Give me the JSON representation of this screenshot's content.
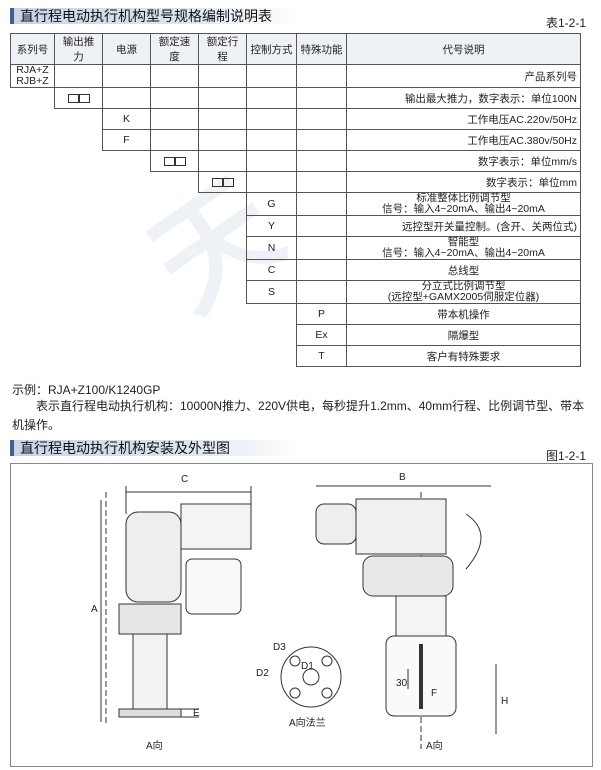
{
  "section1": {
    "title": "直行程电动执行机构型号规格编制说明表",
    "table_no": "表1-2-1"
  },
  "table": {
    "headers": [
      "系列号",
      "输出推力",
      "电源",
      "额定速度",
      "额定行程",
      "控制方式",
      "特殊功能",
      "代号说明"
    ],
    "series": [
      "RJA+Z",
      "RJB+Z"
    ],
    "rows": [
      {
        "codes": [
          "",
          "",
          "",
          "",
          "",
          "",
          ""
        ],
        "desc": "产品系列号"
      },
      {
        "col": 1,
        "code": "box",
        "desc": "输出最大推力，数字表示：单位100N"
      },
      {
        "col": 2,
        "code": "K",
        "desc": "工作电压AC.220v/50Hz"
      },
      {
        "col": 2,
        "code": "F",
        "desc": "工作电压AC.380v/50Hz"
      },
      {
        "col": 3,
        "code": "box",
        "desc": "数字表示：单位mm/s"
      },
      {
        "col": 4,
        "code": "box",
        "desc": "数字表示：单位mm"
      },
      {
        "col": 5,
        "code": "G",
        "desc": [
          "标准整体比例调节型",
          "信号：输入4~20mA、输出4~20mA"
        ]
      },
      {
        "col": 5,
        "code": "Y",
        "desc": "远控型开关量控制。(含开、关两位式)"
      },
      {
        "col": 5,
        "code": "N",
        "desc": [
          "智能型",
          "信号：输入4~20mA、输出4~20mA"
        ]
      },
      {
        "col": 5,
        "code": "C",
        "desc": "总线型"
      },
      {
        "col": 5,
        "code": "S",
        "desc": [
          "分立式比例调节型",
          "(远控型+GAMX2005伺服定位器)"
        ]
      },
      {
        "col": 6,
        "code": "P",
        "desc": "带本机操作"
      },
      {
        "col": 6,
        "code": "Ex",
        "desc": "隔爆型"
      },
      {
        "col": 6,
        "code": "T",
        "desc": "客户有特殊要求"
      }
    ]
  },
  "example": {
    "label": "示例：RJA+Z100/K1240GP",
    "text": "表示直行程电动执行机构：10000N推力、220V供电，每秒提升1.2mm、40mm行程、比例调节型、带本机操作。"
  },
  "section2": {
    "title": "直行程电动执行机构安装及外型图",
    "fig_no": "图1-2-1"
  },
  "drawing": {
    "labels": {
      "C": "C",
      "A": "A",
      "E": "E",
      "B": "B",
      "H": "H",
      "F": "F",
      "D1": "D1",
      "D2": "D2",
      "D3": "D3",
      "dim30": "30",
      "a_dir_left": "A向",
      "a_dir_right": "A向",
      "flange": "A向法兰"
    }
  },
  "colors": {
    "header_bg": "#eef1f6",
    "section_bar": "#4a5a8a"
  }
}
